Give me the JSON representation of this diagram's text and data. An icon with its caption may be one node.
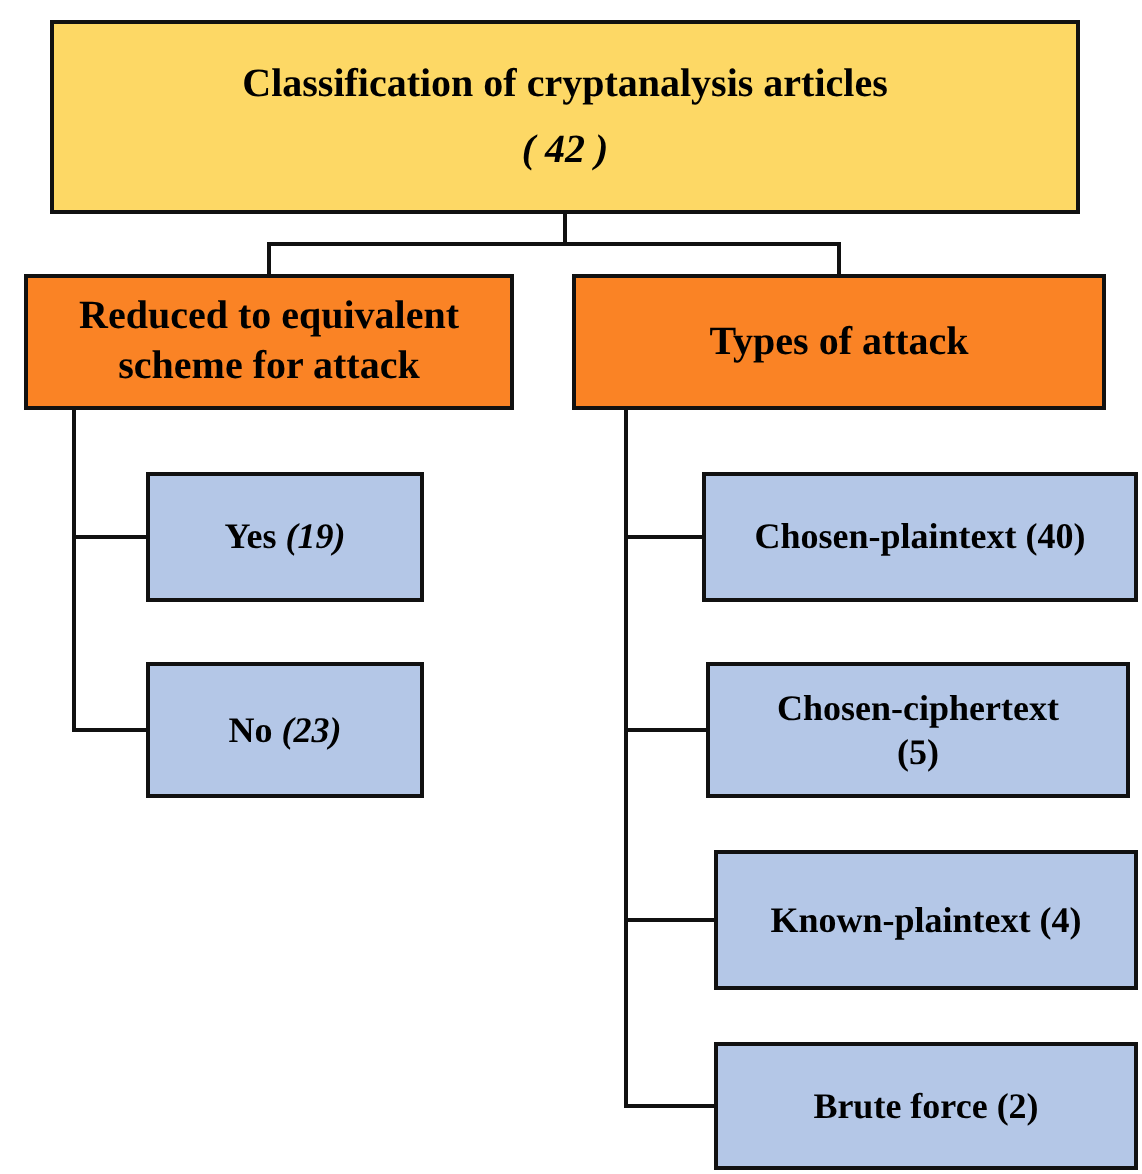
{
  "diagram": {
    "nodes": [
      {
        "text": [
          "Classification of cryptanalysis articles",
          "( 42 )"
        ]
      },
      {
        "text": [
          "Reduced to equivalent scheme for attack"
        ]
      },
      {
        "text": [
          "Types of attack"
        ]
      },
      {
        "text": [
          "Yes *(19)*"
        ]
      },
      {
        "text": [
          "No *(23)*"
        ]
      },
      {
        "text": [
          "Chosen-plaintext (40)"
        ]
      },
      {
        "text": [
          "Chosen-ciphertext (5)"
        ]
      },
      {
        "text": [
          "Known-plaintext (4)"
        ]
      },
      {
        "text": [
          "Brute force (2)"
        ]
      }
    ],
    "edges": [
      {
        "from": 0,
        "to": 1,
        "arrow": "none"
      },
      {
        "from": 0,
        "to": 2,
        "arrow": "none"
      },
      {
        "from": 1,
        "to": 3,
        "arrow": "none"
      },
      {
        "from": 1,
        "to": 4,
        "arrow": "none"
      },
      {
        "from": 2,
        "to": 5,
        "arrow": "none"
      },
      {
        "from": 2,
        "to": 6,
        "arrow": "none"
      },
      {
        "from": 2,
        "to": 7,
        "arrow": "none"
      },
      {
        "from": 2,
        "to": 8,
        "arrow": "none"
      }
    ]
  }
}
